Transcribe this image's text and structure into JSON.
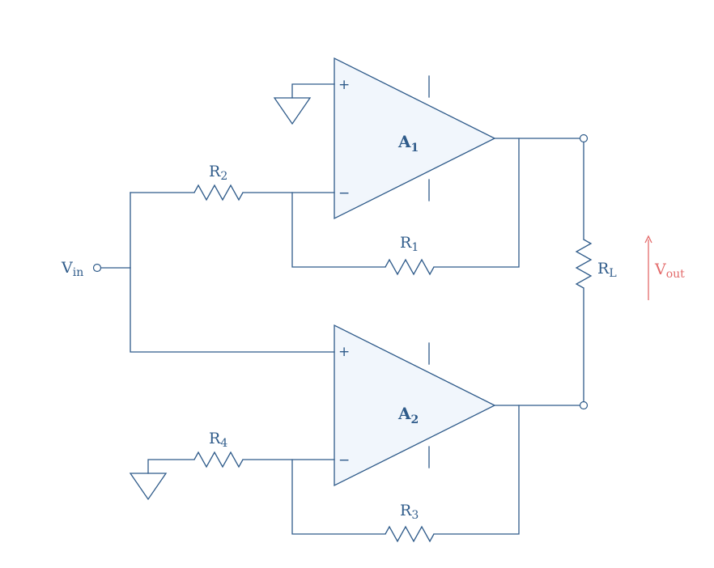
{
  "colors": {
    "wire": "#2f5b8a",
    "opamp_fill": "#f1f6fc",
    "output_arrow": "#e36a6a",
    "background": "#ffffff"
  },
  "amplifiers": {
    "a1": {
      "main": "A",
      "sub": "1",
      "plus": "+",
      "minus": "−"
    },
    "a2": {
      "main": "A",
      "sub": "2",
      "plus": "+",
      "minus": "−"
    }
  },
  "resistors": {
    "r1": {
      "main": "R",
      "sub": "1"
    },
    "r2": {
      "main": "R",
      "sub": "2"
    },
    "r3": {
      "main": "R",
      "sub": "3"
    },
    "r4": {
      "main": "R",
      "sub": "4"
    },
    "rl": {
      "main": "R",
      "sub": "L"
    }
  },
  "input": {
    "main": "V",
    "sub": "in"
  },
  "output": {
    "main": "V",
    "sub": "out"
  }
}
